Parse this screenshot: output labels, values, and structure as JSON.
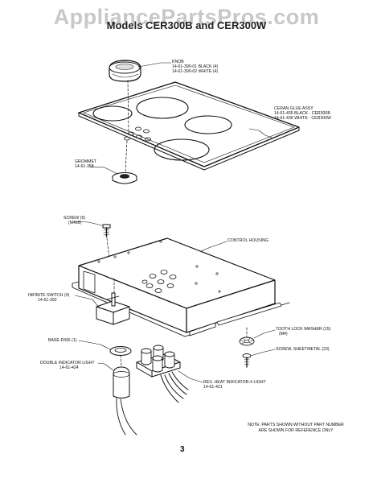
{
  "header": {
    "watermark": "AppliancePartsPros.com",
    "title": "Models CER300B and CER300W"
  },
  "callouts": {
    "knob": {
      "name": "KNOB",
      "lines": [
        "14-61-390-01 BLACK (4)",
        "14-61-390-02 WHITE (4)"
      ]
    },
    "ceran": {
      "name": "CERAN GLUE ASSY",
      "lines": [
        "14-61-435 BLACK - CER300B",
        "14-61-436 WHITE - CER300W"
      ]
    },
    "grommet": {
      "name": "GROMMET",
      "lines": [
        "14-61-358"
      ]
    },
    "screw": {
      "name": "SCREW (6)",
      "lines": [
        "(M4x8)"
      ]
    },
    "control_housing": {
      "name": "CONTROL HOUSING",
      "lines": []
    },
    "infinite_switch": {
      "name": "INFINITE SWITCH (4)",
      "lines": [
        "14-61-392"
      ]
    },
    "tooth_washer": {
      "name": "TOOTH LOCK WASHER (15)",
      "lines": [
        "(M4)"
      ]
    },
    "base_disk": {
      "name": "BASE-DISK (1)",
      "lines": []
    },
    "screw_sheetmetal": {
      "name": "SCREW, SHEETMETAL (23)",
      "lines": []
    },
    "double_light": {
      "name": "DOUBLE INDICATOR LIGHT",
      "lines": [
        "14-61-424"
      ]
    },
    "res_heat": {
      "name": "RES. HEAT INDICATOR-4 LIGHT",
      "lines": [
        "14-61-421"
      ]
    }
  },
  "footer": {
    "note_line1": "NOTE: PARTS SHOWN WITHOUT PART NUMBER",
    "note_line2": "ARE SHOWN FOR REFERENCE ONLY",
    "page_number": "3"
  }
}
